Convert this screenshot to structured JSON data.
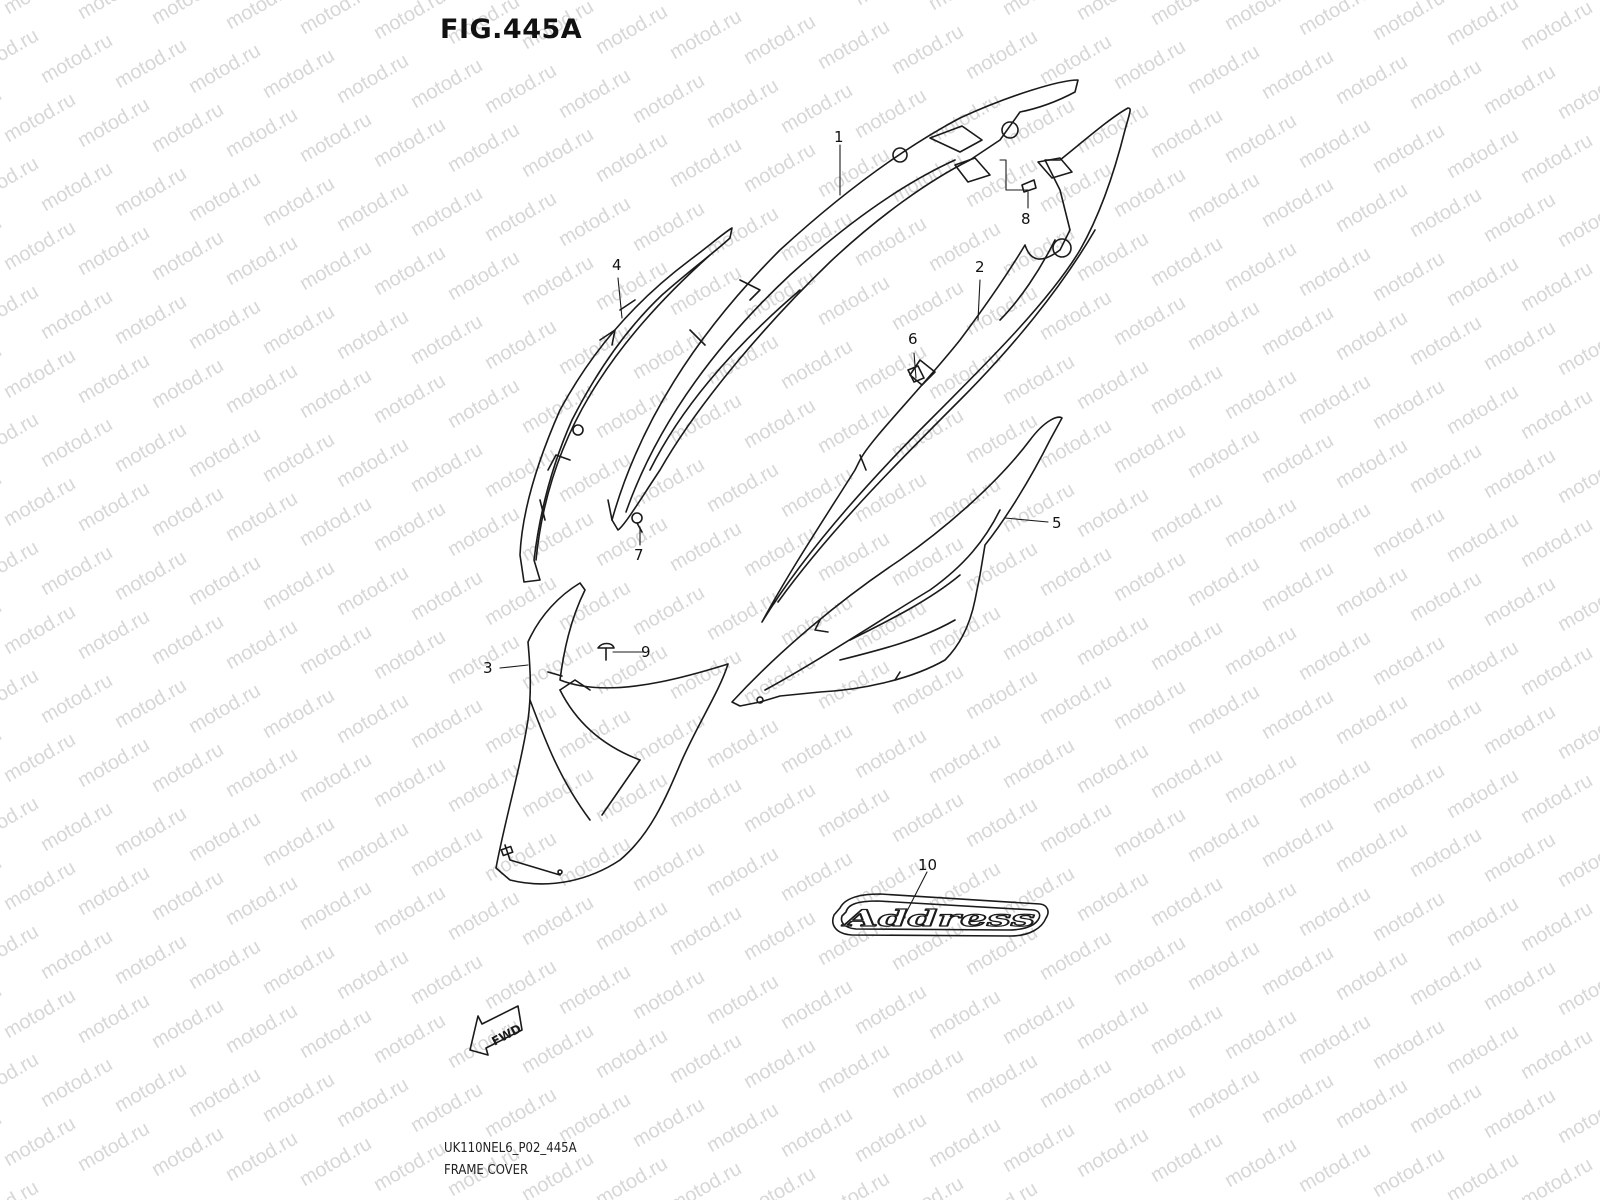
{
  "figure": {
    "title": "FIG.445A",
    "code": "UK110NEL6_P02_445A",
    "name": "FRAME COVER",
    "watermark": "motod.ru",
    "fwd_label": "FWD",
    "emblem_text": "Address"
  },
  "callouts": [
    "1",
    "2",
    "3",
    "4",
    "5",
    "6",
    "7",
    "8",
    "9",
    "10"
  ],
  "colors": {
    "line": "#1a1a1a",
    "watermark": "#d7d7d7",
    "background": "#ffffff"
  }
}
